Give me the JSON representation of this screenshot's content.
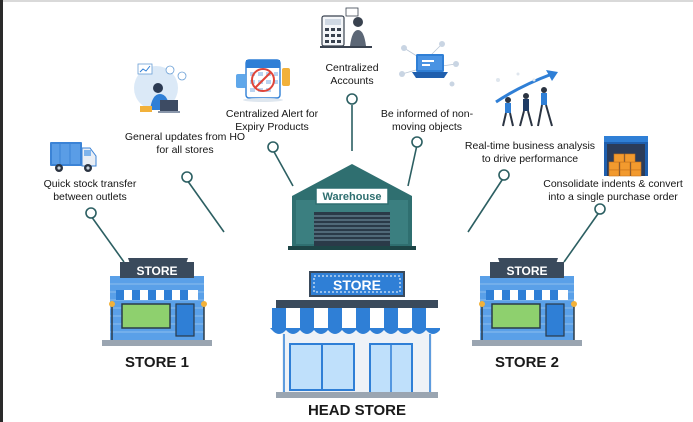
{
  "features": [
    {
      "id": "stock-transfer",
      "lines": [
        "Quick stock transfer",
        "between outlets"
      ],
      "icon": "delivery-truck-icon"
    },
    {
      "id": "general-updates",
      "lines": [
        "General updates from HO",
        "for all stores"
      ],
      "icon": "person-laptop-analytics-icon"
    },
    {
      "id": "expiry-alert",
      "lines": [
        "Centralized Alert for",
        "Expiry Products"
      ],
      "icon": "expiry-alert-calendar-icon"
    },
    {
      "id": "centralized-accounts",
      "lines": [
        "Centralized",
        "Accounts"
      ],
      "icon": "accountant-calculator-icon"
    },
    {
      "id": "non-moving",
      "lines": [
        "Be informed of non-",
        "moving objects"
      ],
      "icon": "laptop-network-icon"
    },
    {
      "id": "business-analysis",
      "lines": [
        "Real-time business analysis",
        "to drive performance"
      ],
      "icon": "team-growth-chart-icon"
    },
    {
      "id": "consolidate-indents",
      "lines": [
        "Consolidate indents & convert",
        "into a single purchase order"
      ],
      "icon": "warehouse-boxes-icon"
    }
  ],
  "warehouse": {
    "sign": "Warehouse"
  },
  "stores": {
    "store1": {
      "sign": "STORE",
      "label": "STORE 1"
    },
    "store2": {
      "sign": "STORE",
      "label": "STORE 2"
    },
    "head": {
      "sign": "STORE",
      "label": "HEAD STORE"
    }
  },
  "colors": {
    "connector": "#2c5f62",
    "roof_blue": "#2f7fd6",
    "wall_blue": "#5aa0e8",
    "sign_dark": "#3a4a5c",
    "warehouse_teal": "#2f6f70",
    "brick": "#9ec8f0",
    "orange": "#f29a2e"
  }
}
